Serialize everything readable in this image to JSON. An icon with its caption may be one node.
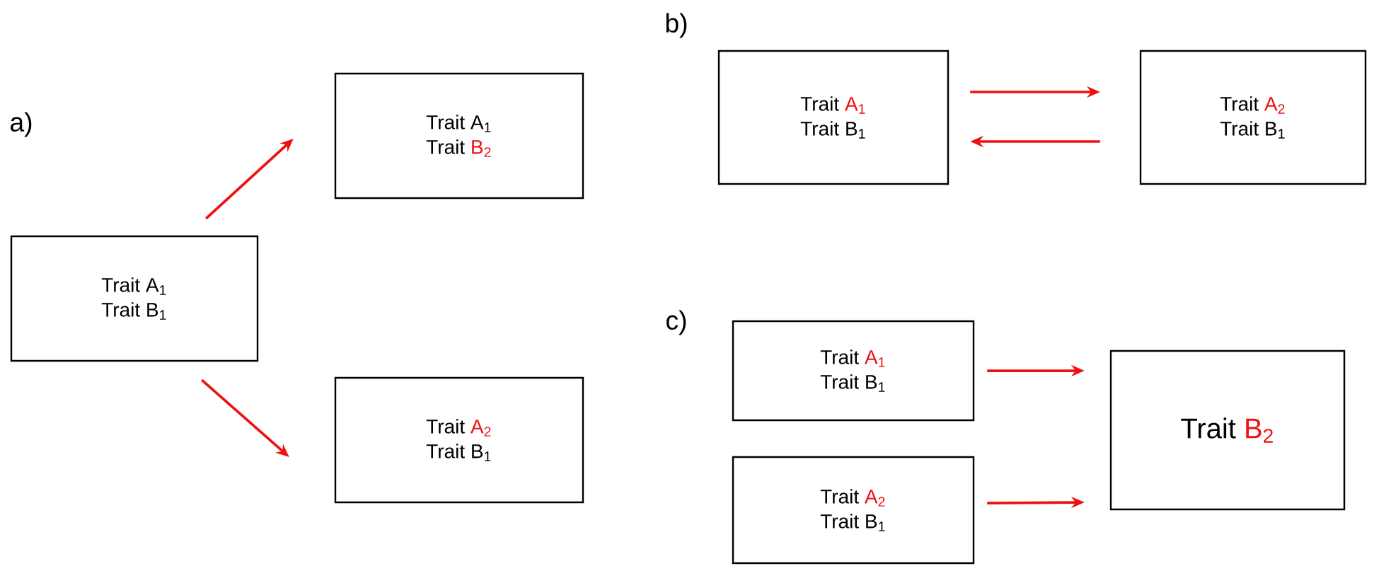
{
  "diagram": {
    "nodes": [
      {
        "text": [
          "Trait",
          "A$_{1}$",
          "Trait",
          "B$_{1}$"
        ]
      },
      {
        "text": [
          "Trait",
          "A$_{1}$",
          "Trait",
          "B$_{2}$"
        ]
      },
      {
        "text": [
          "Trait",
          "A$_{2}$",
          "Trait",
          "B$_{1}$"
        ]
      },
      {
        "text": [
          "Trait",
          "A$_{1}$",
          "Trait",
          "B$_{1}$"
        ]
      },
      {
        "text": [
          "Trait",
          "A$_{2}$",
          "Trait",
          "B$_{1}$"
        ]
      },
      {
        "text": [
          "Trait",
          "A$_{1}$",
          "Trait",
          "B$_{1}$"
        ]
      },
      {
        "text": [
          "Trait",
          "A$_{2}$",
          "Trait",
          "B$_{1}$"
        ]
      },
      {
        "text": [
          "Trait",
          "B$_{2}$"
        ]
      }
    ],
    "edges": [
      {
        "from": 0,
        "to": 1,
        "arrow": "to"
      },
      {
        "from": 0,
        "to": 2,
        "arrow": "to"
      },
      {
        "from": 3,
        "to": 4,
        "arrow": "to"
      },
      {
        "from": 4,
        "to": 3,
        "arrow": "to"
      },
      {
        "from": 5,
        "to": 7,
        "arrow": "to"
      },
      {
        "from": 6,
        "to": 7,
        "arrow": "to"
      }
    ],
    "labels": [
      "a)",
      "b)",
      "c)"
    ]
  }
}
